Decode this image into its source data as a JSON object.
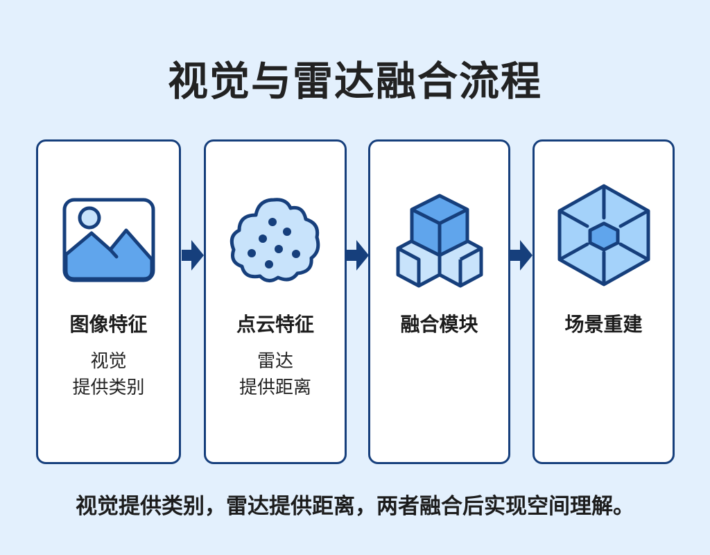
{
  "title": "视觉与雷达融合流程",
  "cards": [
    {
      "title": "图像特征",
      "sub1": "视觉",
      "sub2": "提供类别",
      "icon": "image-icon"
    },
    {
      "title": "点云特征",
      "sub1": "雷达",
      "sub2": "提供距离",
      "icon": "point-cloud-icon"
    },
    {
      "title": "融合模块",
      "icon": "cubes-icon"
    },
    {
      "title": "场景重建",
      "icon": "hexagon-scene-icon"
    }
  ],
  "footer": "视觉提供类别，雷达提供距离，两者融合后实现空间理解。",
  "colors": {
    "stroke": "#163f7c",
    "light": "#c8e3fb",
    "mid": "#60a5ec",
    "bg": "#e3f0fd"
  }
}
